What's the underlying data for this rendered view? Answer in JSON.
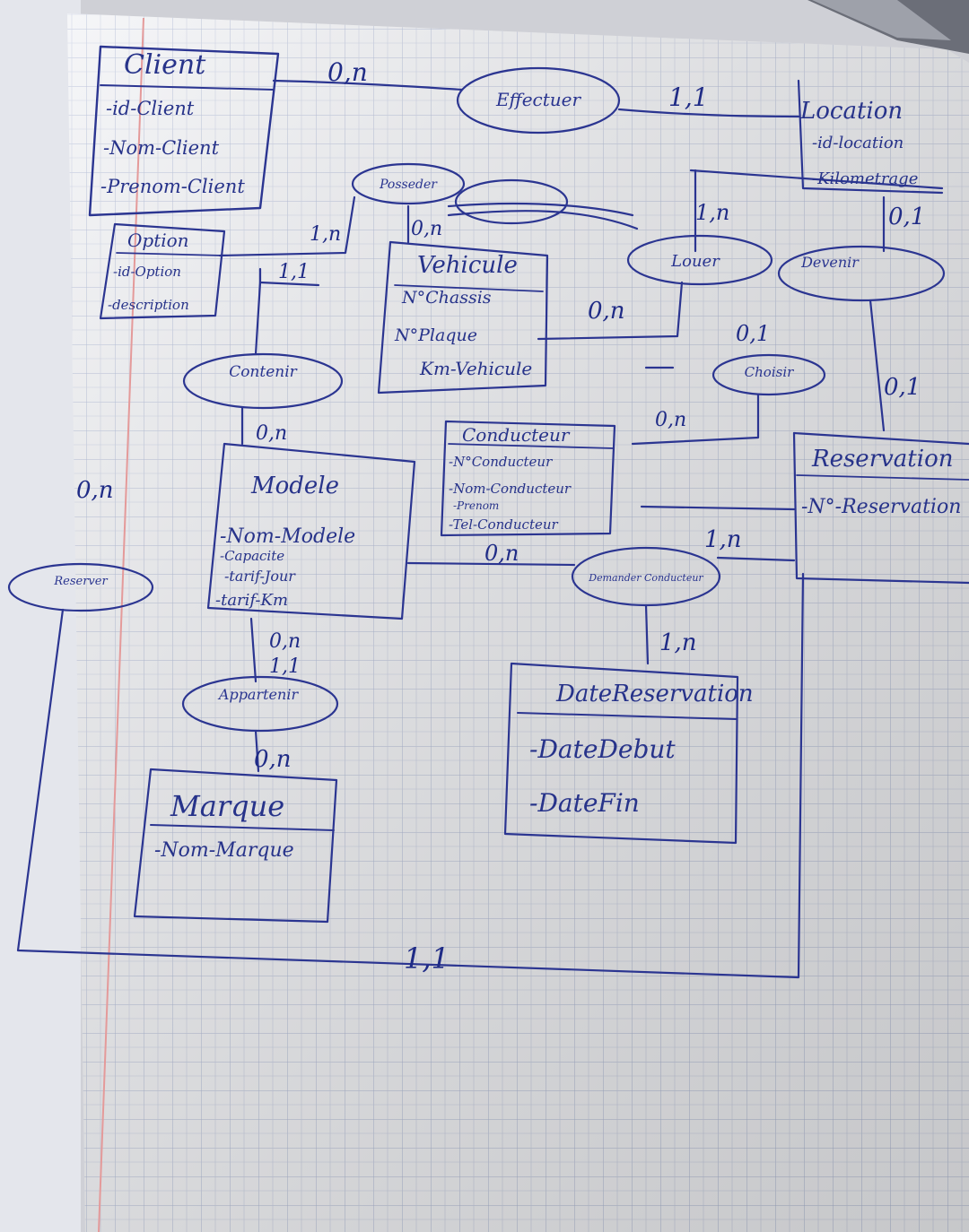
{
  "entities": {
    "client": {
      "title": "Client",
      "attrs": [
        "-id-Client",
        "-Nom-Client",
        "-Prenom-Client"
      ]
    },
    "option": {
      "title": "Option",
      "attrs": [
        "-id-Option",
        "-description"
      ]
    },
    "vehicule": {
      "title": "Vehicule",
      "attrs": [
        "N°Chassis",
        "N°Plaque",
        "Km-Vehicule"
      ]
    },
    "location": {
      "title": "Location",
      "attrs": [
        "-id-location",
        "-Kilometrage"
      ]
    },
    "conducteur": {
      "title": "Conducteur",
      "attrs": [
        "-N°Conducteur",
        "-Nom-Conducteur",
        "-Prenom",
        "-Tel-Conducteur"
      ]
    },
    "modele": {
      "title": "Modele",
      "attrs": [
        "-Nom-Modele",
        "-Capacite",
        "-tarif-Jour",
        "-tarif-Km"
      ]
    },
    "reservation": {
      "title": "Reservation",
      "attrs": [
        "-N°-Reservation"
      ]
    },
    "date_reservation": {
      "title": "DateReservation",
      "attrs": [
        "-DateDebut",
        "-DateFin"
      ]
    },
    "marque": {
      "title": "Marque",
      "attrs": [
        "-Nom-Marque"
      ]
    }
  },
  "relations": {
    "effectuer": "Effectuer",
    "posseder": "Posseder",
    "louer": "Louer",
    "devenir": "Devenir",
    "contenir": "Contenir",
    "choisir": "Choisir",
    "reserver": "Reserver",
    "demander_conducteur": "Demander Conducteur",
    "appartenir": "Appartenir",
    "blank": ""
  },
  "cardinalities": {
    "client_effectuer": "0,n",
    "effectuer_location": "1,1",
    "location_louer": "1,n",
    "location_devenir": "0,1",
    "option_posseder": "1,n",
    "vehicule_posseder": "0,n",
    "option_contenir": "1,1",
    "vehicule_louer": "0,n",
    "vehicule_choisir": "0,1",
    "conducteur_choisir": "0,n",
    "devenir_reservation": "0,1",
    "modele_contenir": "0,n",
    "client_reserver": "0,n",
    "conducteur_demander": "0,n",
    "reservation_demander": "1,n",
    "date_demander": "1,n",
    "modele_appartenir_a": "0,n",
    "modele_appartenir_b": "1,1",
    "marque_appartenir": "0,n",
    "reserver_reservation": "1,1"
  },
  "colors": {
    "paper": "#f3f4f6",
    "grid": "#a9b4d2",
    "margin": "#e49a9a",
    "ink": "#2b3591"
  }
}
